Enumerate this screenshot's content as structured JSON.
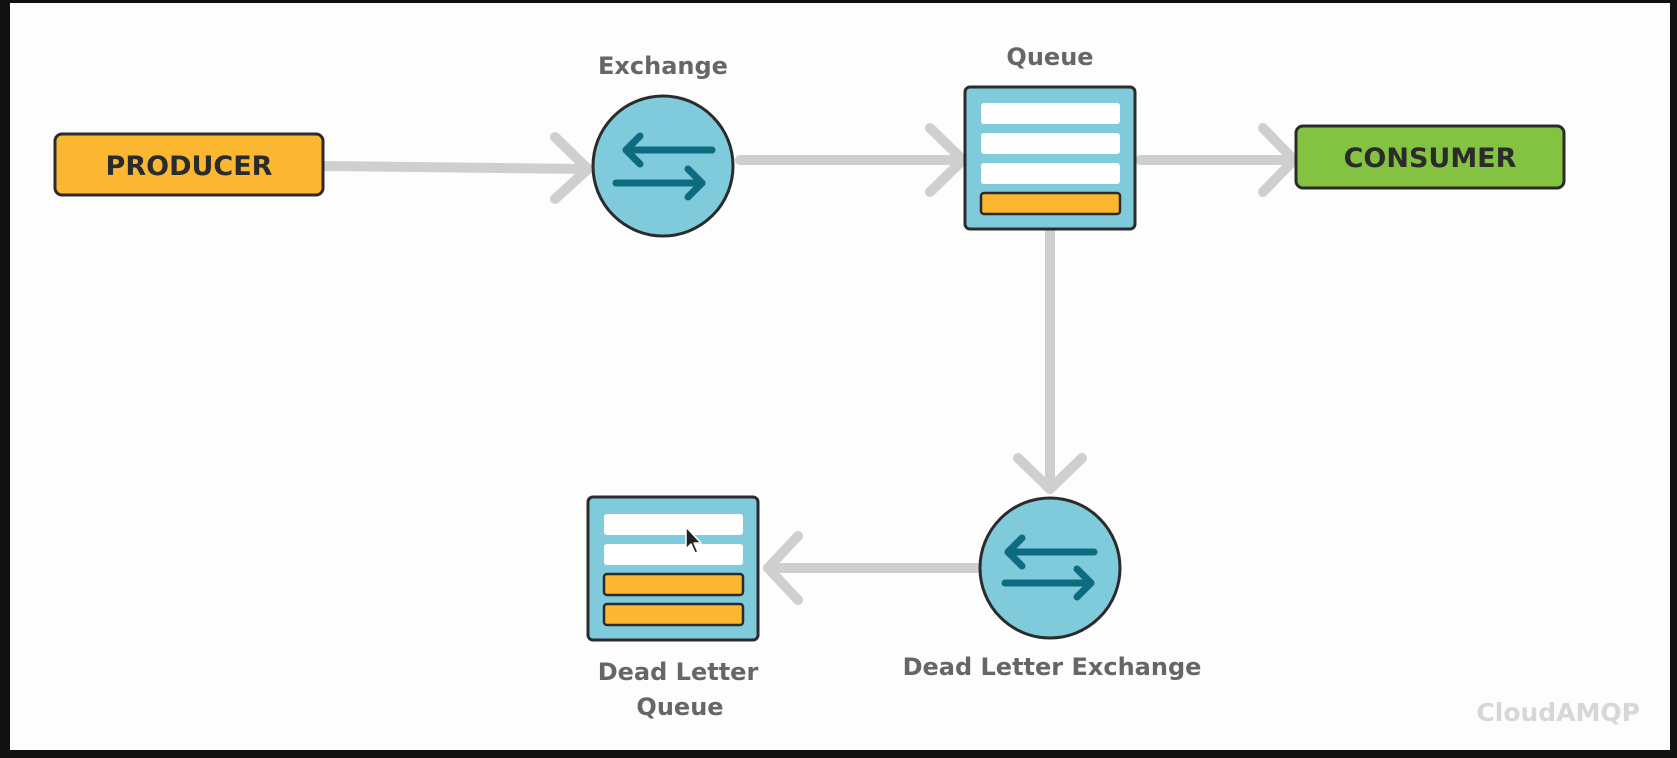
{
  "diagram": {
    "producer": {
      "label": "PRODUCER"
    },
    "exchange": {
      "label": "Exchange"
    },
    "queue": {
      "label": "Queue"
    },
    "consumer": {
      "label": "CONSUMER"
    },
    "dead_letter_exchange": {
      "label": "Dead Letter Exchange"
    },
    "dead_letter_queue": {
      "label_line1": "Dead Letter",
      "label_line2": "Queue"
    },
    "watermark": "CloudAMQP"
  },
  "colors": {
    "producer_fill": "#fbb731",
    "consumer_fill": "#84c341",
    "node_fill": "#7fcbdc",
    "arrow_icon": "#0d6b80",
    "connector": "#cfcfcf",
    "outline": "#2b2b2b",
    "message_slot": "#ffffff",
    "message_pending": "#fbb731"
  }
}
